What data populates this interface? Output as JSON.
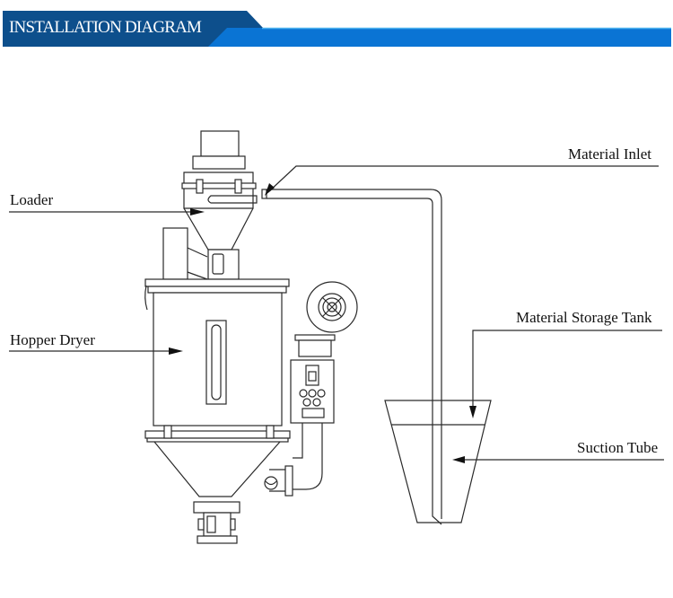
{
  "header": {
    "title": "INSTALLATION DIAGRAM",
    "colors": {
      "dark": "#0d4f8c",
      "bright": "#0a74d4",
      "accent_line": "#4fb3f0"
    }
  },
  "labels": {
    "loader": "Loader",
    "hopper_dryer": "Hopper Dryer",
    "material_inlet": "Material Inlet",
    "material_storage_tank": "Material Storage Tank",
    "suction_tube": "Suction Tube"
  }
}
